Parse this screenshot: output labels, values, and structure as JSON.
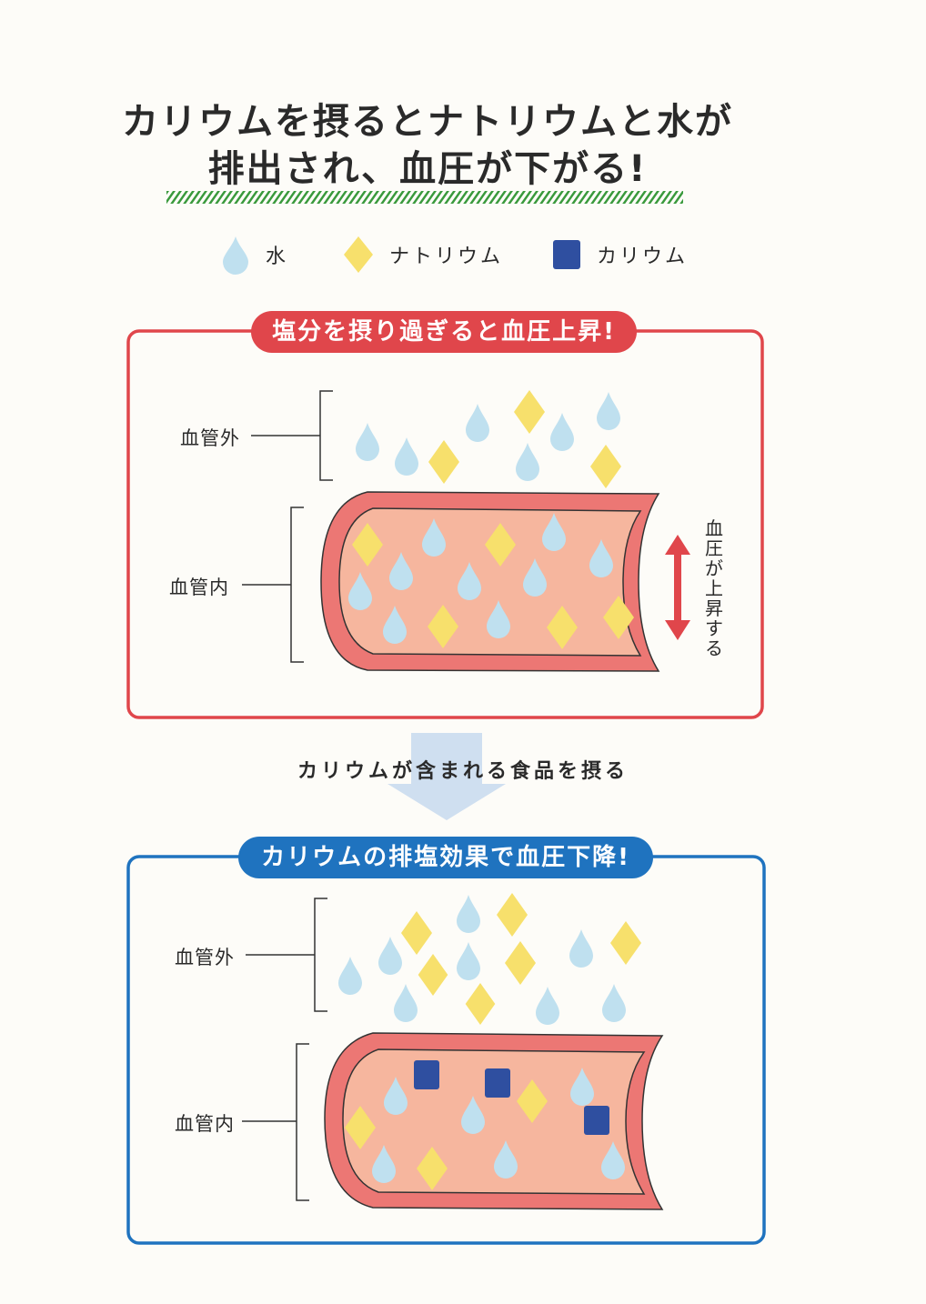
{
  "title": {
    "line1": "カリウムを摂るとナトリウムと水が",
    "line2": "排出され、血圧が下がる!"
  },
  "legend": {
    "water": "水",
    "sodium": "ナトリウム",
    "potassium": "カリウム"
  },
  "panel_top": {
    "heading": "塩分を摂り過ぎると血圧上昇!",
    "outside_label": "血管外",
    "inside_label": "血管内",
    "pressure_label": [
      "血",
      "圧",
      "が",
      "上",
      "昇",
      "す",
      "る"
    ]
  },
  "transition_text": "カリウムが含まれる食品を摂る",
  "panel_bottom": {
    "heading": "カリウムの排塩効果で血圧下降!",
    "outside_label": "血管外",
    "inside_label": "血管内"
  },
  "colors": {
    "red_frame": "#e0464b",
    "blue_frame": "#1f73bf",
    "water": "#bfe0ef",
    "sodium": "#f7e06c",
    "potassium": "#2f4fa0",
    "vessel_wall": "#ec7774",
    "vessel_inner": "#f6b69e",
    "arrow_fill": "#cfdff0"
  }
}
